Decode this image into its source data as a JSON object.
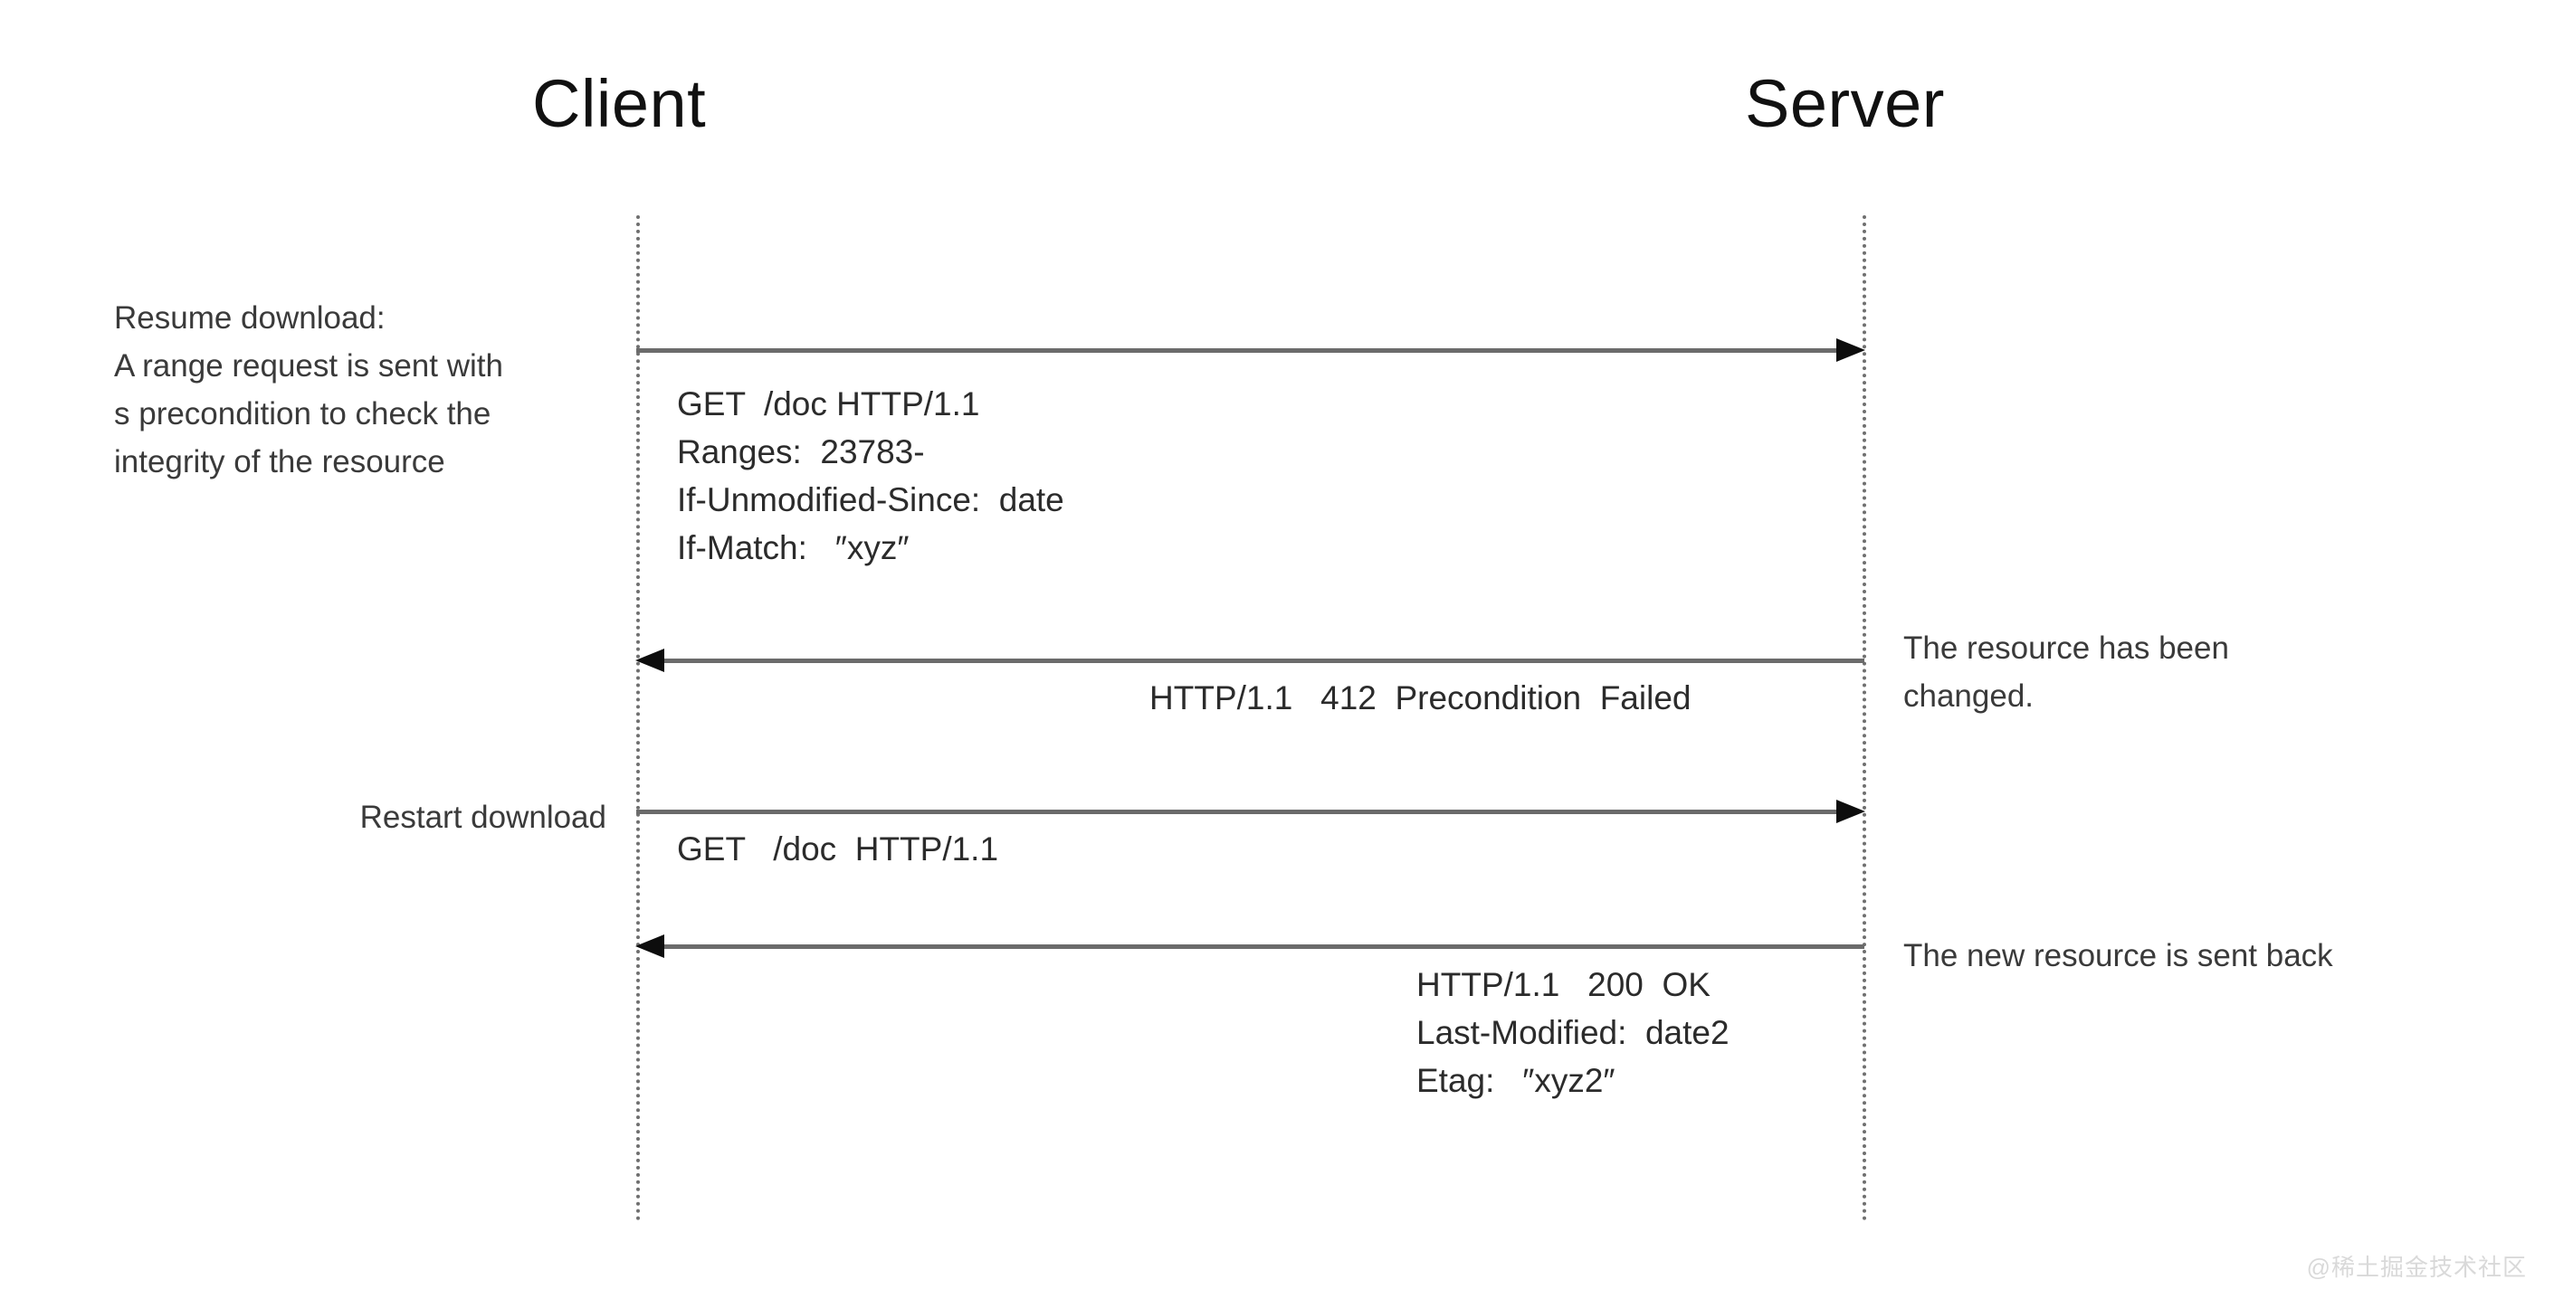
{
  "diagram": {
    "type": "sequence-diagram",
    "participants": [
      {
        "id": "client",
        "label": "Client"
      },
      {
        "id": "server",
        "label": "Server"
      }
    ],
    "notes": {
      "resume_download": "Resume download:\nA range request is sent with\ns precondition to check the\nintegrity of the resource",
      "restart_download": "Restart download",
      "resource_changed": "The resource has been\nchanged.",
      "new_resource_sent": "The new resource is sent back"
    },
    "messages": [
      {
        "id": "request-1",
        "from": "client",
        "to": "server",
        "direction": "right",
        "text": "GET  /doc HTTP/1.1\nRanges:  23783-\nIf-Unmodified-Since:  date\nIf-Match:   ″xyz″"
      },
      {
        "id": "response-412",
        "from": "server",
        "to": "client",
        "direction": "left",
        "text": "HTTP/1.1   412  Precondition  Failed"
      },
      {
        "id": "request-2",
        "from": "client",
        "to": "server",
        "direction": "right",
        "text": "GET   /doc  HTTP/1.1"
      },
      {
        "id": "response-200",
        "from": "server",
        "to": "client",
        "direction": "left",
        "text": "HTTP/1.1   200  OK\nLast-Modified:  date2\nEtag:   ″xyz2″"
      }
    ],
    "colors": {
      "background": "#ffffff",
      "text": "#2b2b2b",
      "heading": "#111111",
      "arrow_shaft": "#6b6b6b",
      "arrow_head": "#0d0d0d",
      "lifeline": "#6f6f6f",
      "watermark": "#d9d9d9"
    }
  },
  "watermark": {
    "text": "@稀土掘金技术社区"
  }
}
